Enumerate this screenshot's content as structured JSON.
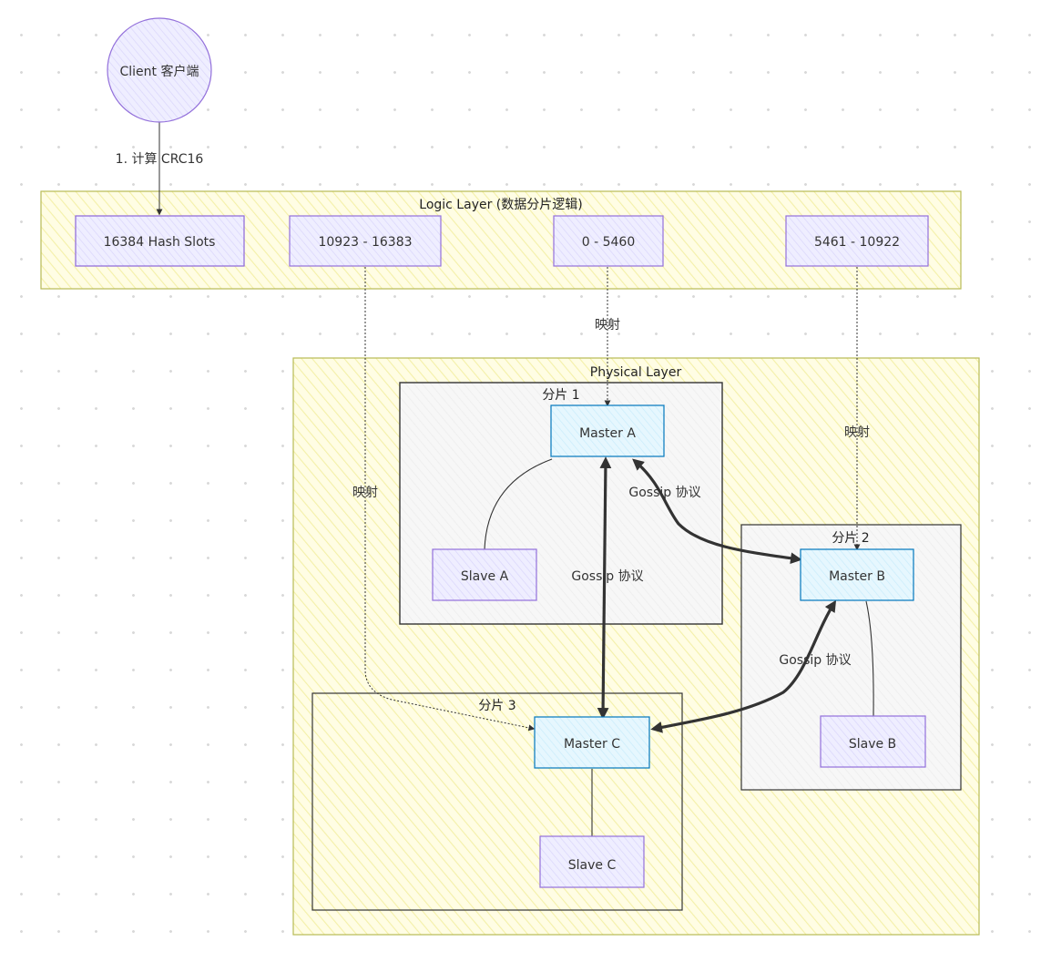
{
  "client": {
    "label": "Client 客户端"
  },
  "edges": {
    "client_to_slots": "1. 计算 CRC16",
    "map_0_5460": "映射",
    "map_5461_10922": "映射",
    "map_10923_16383": "映射",
    "gossip_ab": "Gossip 协议",
    "gossip_ac": "Gossip 协议",
    "gossip_bc": "Gossip 协议"
  },
  "logic_layer": {
    "title": "Logic Layer (数据分片逻辑)",
    "slots": "16384 Hash Slots",
    "range_3": "10923 - 16383",
    "range_1": "0 - 5460",
    "range_2": "5461 - 10922"
  },
  "physical_layer": {
    "title": "Physical Layer",
    "shard_1": {
      "title": "分片 1",
      "master": "Master A",
      "slave": "Slave A"
    },
    "shard_2": {
      "title": "分片 2",
      "master": "Master B",
      "slave": "Slave B"
    },
    "shard_3": {
      "title": "分片 3",
      "master": "Master C",
      "slave": "Slave C"
    }
  },
  "colors": {
    "layer_fill": "#fffde0",
    "layer_stroke": "#b8bb55",
    "shard_fill": "#f6f6f6",
    "shard_stroke": "#333333",
    "node_fill": "#ececff",
    "node_stroke": "#9370db",
    "master_fill": "#e1f5fe",
    "master_stroke": "#0277bd"
  }
}
